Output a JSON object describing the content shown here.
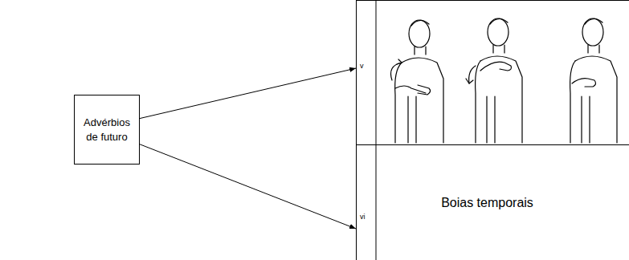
{
  "diagram": {
    "nodes": [
      {
        "text": [
          "Advérbios de futuro"
        ]
      },
      {
        "text": [
          "v"
        ]
      },
      {
        "text": [
          "vi",
          "Boias temporais"
        ]
      }
    ],
    "edges": [
      {
        "from": 0,
        "to": 1,
        "arrow": "to"
      },
      {
        "from": 0,
        "to": 2,
        "arrow": "to"
      }
    ]
  }
}
